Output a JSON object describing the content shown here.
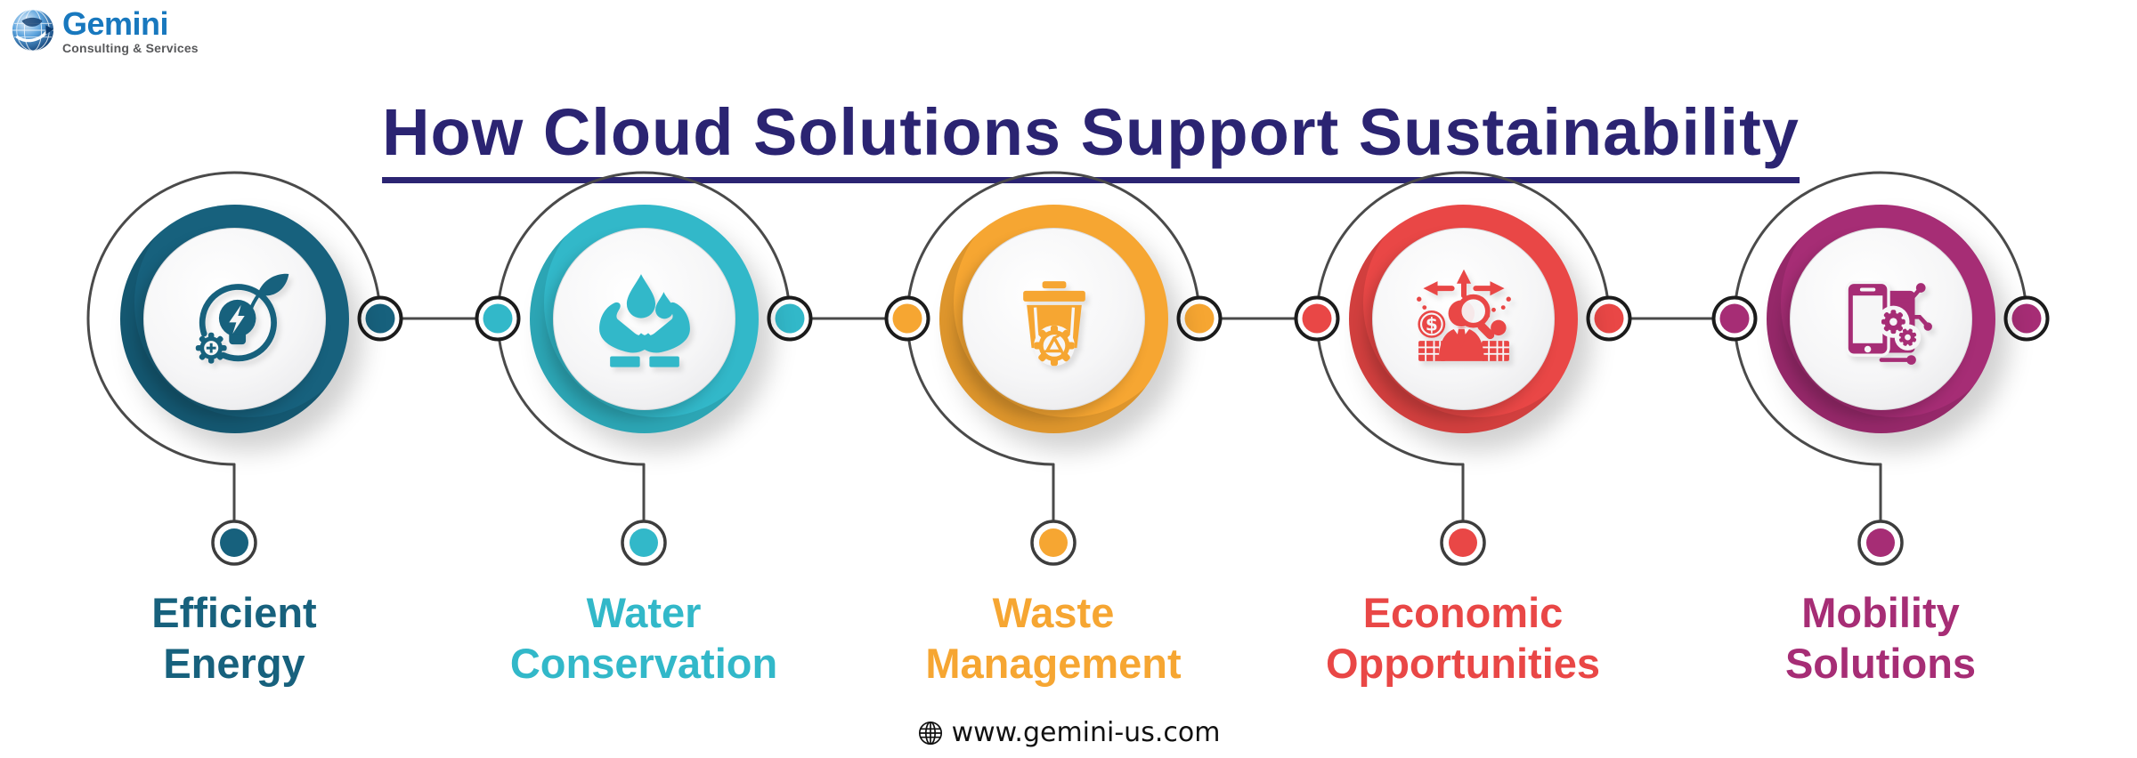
{
  "logo": {
    "name": "Gemini",
    "tagline": "Consulting & Services",
    "brand_blue": "#1878BE",
    "tagline_gray": "#58595B",
    "icon": "globe-logo-icon"
  },
  "title": {
    "text": "How Cloud Solutions Support Sustainability",
    "color": "#2B2472",
    "underlined": true
  },
  "items": [
    {
      "id": "efficient-energy",
      "label_line1": "Efficient",
      "label_line2": "Energy",
      "color": "#17617D",
      "icon": "energy-bulb-leaf-gear-icon"
    },
    {
      "id": "water-conservation",
      "label_line1": "Water",
      "label_line2": "Conservation",
      "color": "#32B8C9",
      "icon": "hands-water-drops-icon"
    },
    {
      "id": "waste-management",
      "label_line1": "Waste",
      "label_line2": "Management",
      "color": "#F6A632",
      "icon": "recycle-bin-gear-icon"
    },
    {
      "id": "economic-opportunities",
      "label_line1": "Economic",
      "label_line2": "Opportunities",
      "color": "#E94746",
      "icon": "economy-person-dollar-magnifier-icon"
    },
    {
      "id": "mobility-solutions",
      "label_line1": "Mobility",
      "label_line2": "Solutions",
      "color": "#A62D75",
      "icon": "mobile-devices-gears-circuit-icon"
    }
  ],
  "connector_color": "#4a4a4a",
  "footer": {
    "url": "www.gemini-us.com",
    "icon": "globe-icon"
  }
}
